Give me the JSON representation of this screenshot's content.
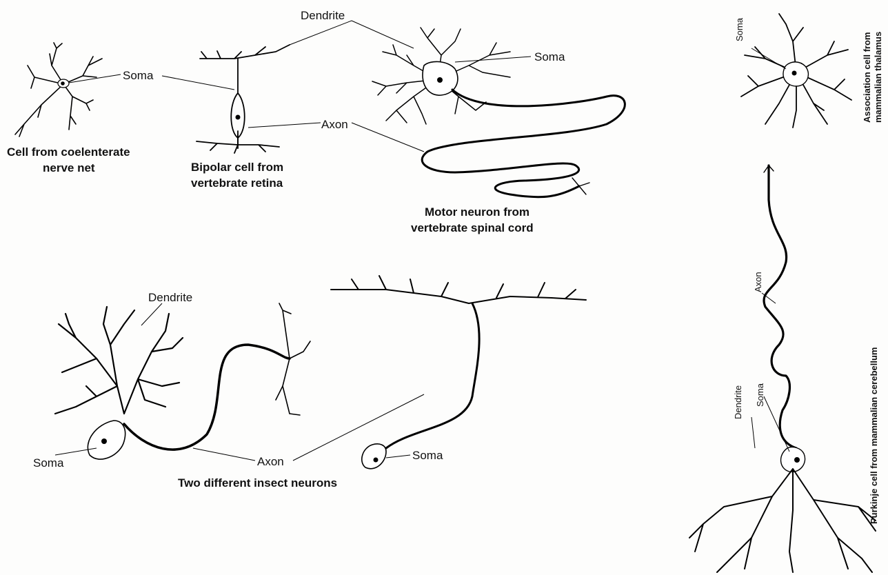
{
  "labels": {
    "soma": "Soma",
    "dendrite": "Dendrite",
    "axon": "Axon"
  },
  "captions": {
    "coelenterate": [
      "Cell from coelenterate",
      "nerve net"
    ],
    "bipolar": [
      "Bipolar cell from",
      "vertebrate retina"
    ],
    "motor": [
      "Motor neuron from",
      "vertebrate spinal cord"
    ],
    "insect": "Two different insect neurons",
    "association": [
      "Association cell from",
      "mammalian thalamus"
    ],
    "purkinje": "Purkinje cell from mammalian cerebellum"
  }
}
